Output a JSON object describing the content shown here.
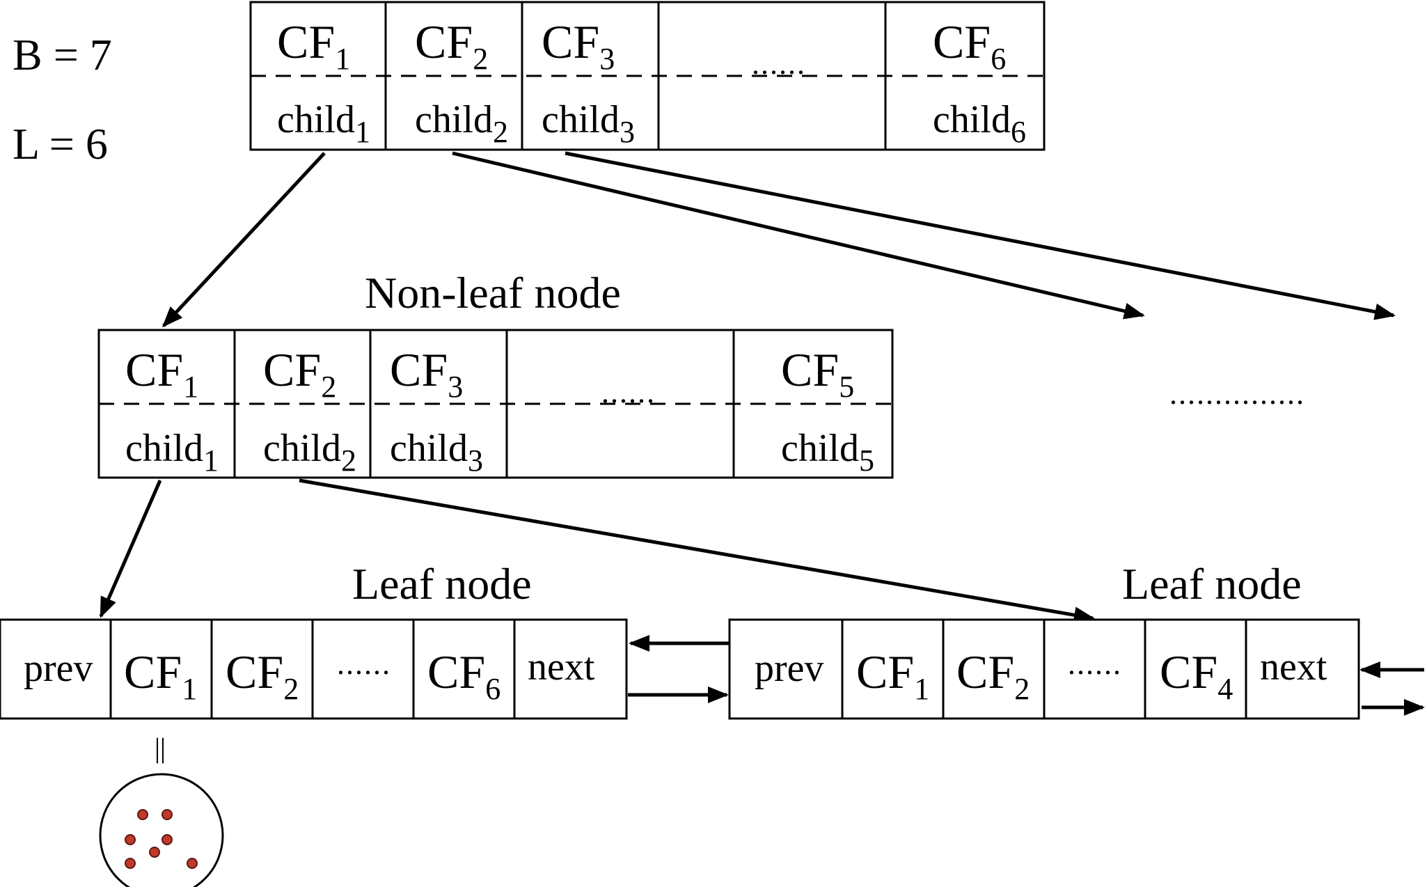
{
  "params": {
    "b": "B = 7",
    "l": "L = 6"
  },
  "root_node": {
    "cells": [
      {
        "cf": "CF",
        "cf_sub": "1",
        "child": "child",
        "child_sub": "1"
      },
      {
        "cf": "CF",
        "cf_sub": "2",
        "child": "child",
        "child_sub": "2"
      },
      {
        "cf": "CF",
        "cf_sub": "3",
        "child": "child",
        "child_sub": "3"
      },
      {
        "cf": "",
        "cf_sub": "",
        "child": "",
        "child_sub": "",
        "ellipsis": "......"
      },
      {
        "cf": "CF",
        "cf_sub": "6",
        "child": "child",
        "child_sub": "6"
      }
    ]
  },
  "nonleaf_node": {
    "title": "Non-leaf node",
    "cells": [
      {
        "cf": "CF",
        "cf_sub": "1",
        "child": "child",
        "child_sub": "1"
      },
      {
        "cf": "CF",
        "cf_sub": "2",
        "child": "child",
        "child_sub": "2"
      },
      {
        "cf": "CF",
        "cf_sub": "3",
        "child": "child",
        "child_sub": "3"
      },
      {
        "cf": "",
        "cf_sub": "",
        "child": "",
        "child_sub": "",
        "ellipsis": "......"
      },
      {
        "cf": "CF",
        "cf_sub": "5",
        "child": "child",
        "child_sub": "5"
      }
    ]
  },
  "side_ellipsis": "...............",
  "leaf_nodes": [
    {
      "title": "Leaf node",
      "cells": [
        {
          "text": "prev",
          "sub": ""
        },
        {
          "text": "CF",
          "sub": "1"
        },
        {
          "text": "CF",
          "sub": "2"
        },
        {
          "text": "......",
          "sub": ""
        },
        {
          "text": "CF",
          "sub": "6"
        },
        {
          "text": "next",
          "sub": ""
        }
      ]
    },
    {
      "title": "Leaf node",
      "cells": [
        {
          "text": "prev",
          "sub": ""
        },
        {
          "text": "CF",
          "sub": "1"
        },
        {
          "text": "CF",
          "sub": "2"
        },
        {
          "text": "......",
          "sub": ""
        },
        {
          "text": "CF",
          "sub": "4"
        },
        {
          "text": "next",
          "sub": ""
        }
      ]
    }
  ],
  "equals_mark": "||",
  "colors": {
    "ink": "#000000",
    "point_fill": "#c0392b",
    "point_stroke": "#5a1a12"
  }
}
